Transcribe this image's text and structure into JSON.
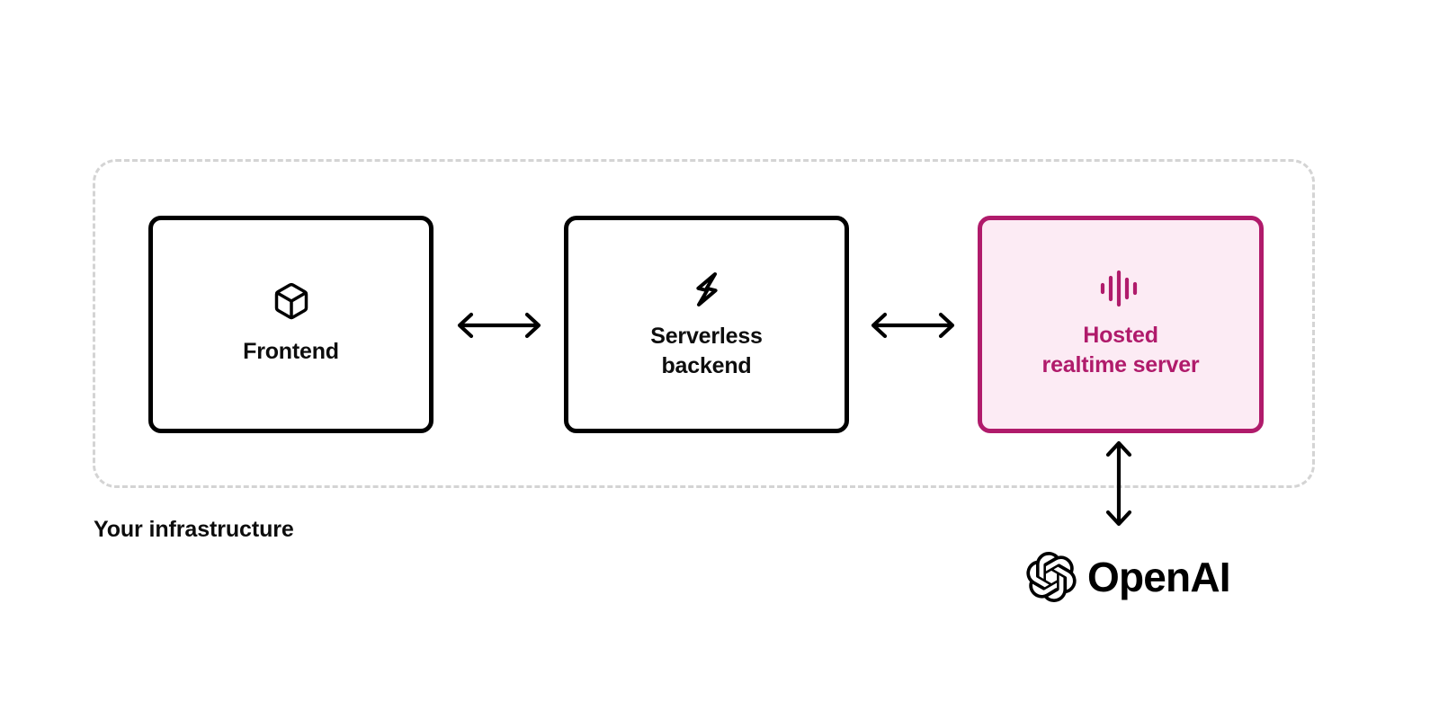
{
  "diagram": {
    "type": "architecture-flow",
    "background_color": "#ffffff",
    "group": {
      "label": "Your infrastructure",
      "border_style": "dashed",
      "border_color": "#d4d4d4"
    },
    "nodes": [
      {
        "id": "frontend",
        "label": "Frontend",
        "icon": "cube-icon",
        "style": "plain",
        "border_color": "#000000",
        "background_color": "#ffffff",
        "text_color": "#0d0d0d"
      },
      {
        "id": "serverless-backend",
        "label": "Serverless\nbackend",
        "icon": "lightning-bolt-icon",
        "style": "plain",
        "border_color": "#000000",
        "background_color": "#ffffff",
        "text_color": "#0d0d0d"
      },
      {
        "id": "hosted-realtime-server",
        "label": "Hosted\nrealtime server",
        "icon": "audio-waveform-icon",
        "style": "accent",
        "border_color": "#B01B6B",
        "background_color": "#FCEBF4",
        "text_color": "#B01B6B"
      }
    ],
    "connectors": [
      {
        "id": "frontend-backend",
        "from": "frontend",
        "to": "serverless-backend",
        "direction": "bidirectional",
        "orientation": "horizontal",
        "color": "#000000"
      },
      {
        "id": "backend-hosted",
        "from": "serverless-backend",
        "to": "hosted-realtime-server",
        "direction": "bidirectional",
        "orientation": "horizontal",
        "color": "#000000"
      },
      {
        "id": "hosted-openai",
        "from": "hosted-realtime-server",
        "to": "openai",
        "direction": "bidirectional",
        "orientation": "vertical",
        "color": "#000000"
      }
    ],
    "external": {
      "id": "openai",
      "label": "OpenAI",
      "logo": "openai-logo",
      "color": "#000000"
    }
  }
}
